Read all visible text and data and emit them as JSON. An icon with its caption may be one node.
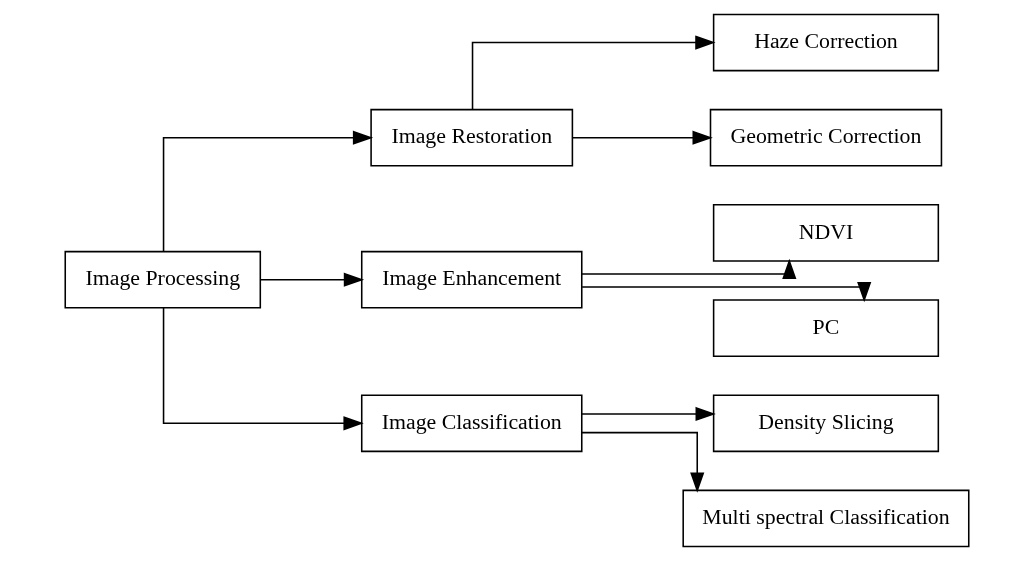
{
  "diagram": {
    "nodes": [
      {
        "text": [
          "Image Processing"
        ]
      },
      {
        "text": [
          "Image Restoration"
        ]
      },
      {
        "text": [
          "Image Enhancement"
        ]
      },
      {
        "text": [
          "Image Classification"
        ]
      },
      {
        "text": [
          "Haze Correction"
        ]
      },
      {
        "text": [
          "Geometric Correction"
        ]
      },
      {
        "text": [
          "NDVI"
        ]
      },
      {
        "text": [
          "PC"
        ]
      },
      {
        "text": [
          "Density Slicing"
        ]
      },
      {
        "text": [
          "Multi spectral Classification"
        ]
      }
    ],
    "edges": [
      {
        "from": 0,
        "to": 1,
        "arrow": "to"
      },
      {
        "from": 0,
        "to": 2,
        "arrow": "to"
      },
      {
        "from": 0,
        "to": 3,
        "arrow": "to"
      },
      {
        "from": 1,
        "to": 4,
        "arrow": "to"
      },
      {
        "from": 1,
        "to": 5,
        "arrow": "to"
      },
      {
        "from": 2,
        "to": 6,
        "arrow": "to"
      },
      {
        "from": 2,
        "to": 7,
        "arrow": "to"
      },
      {
        "from": 3,
        "to": 8,
        "arrow": "to"
      },
      {
        "from": 3,
        "to": 9,
        "arrow": "to"
      }
    ]
  }
}
